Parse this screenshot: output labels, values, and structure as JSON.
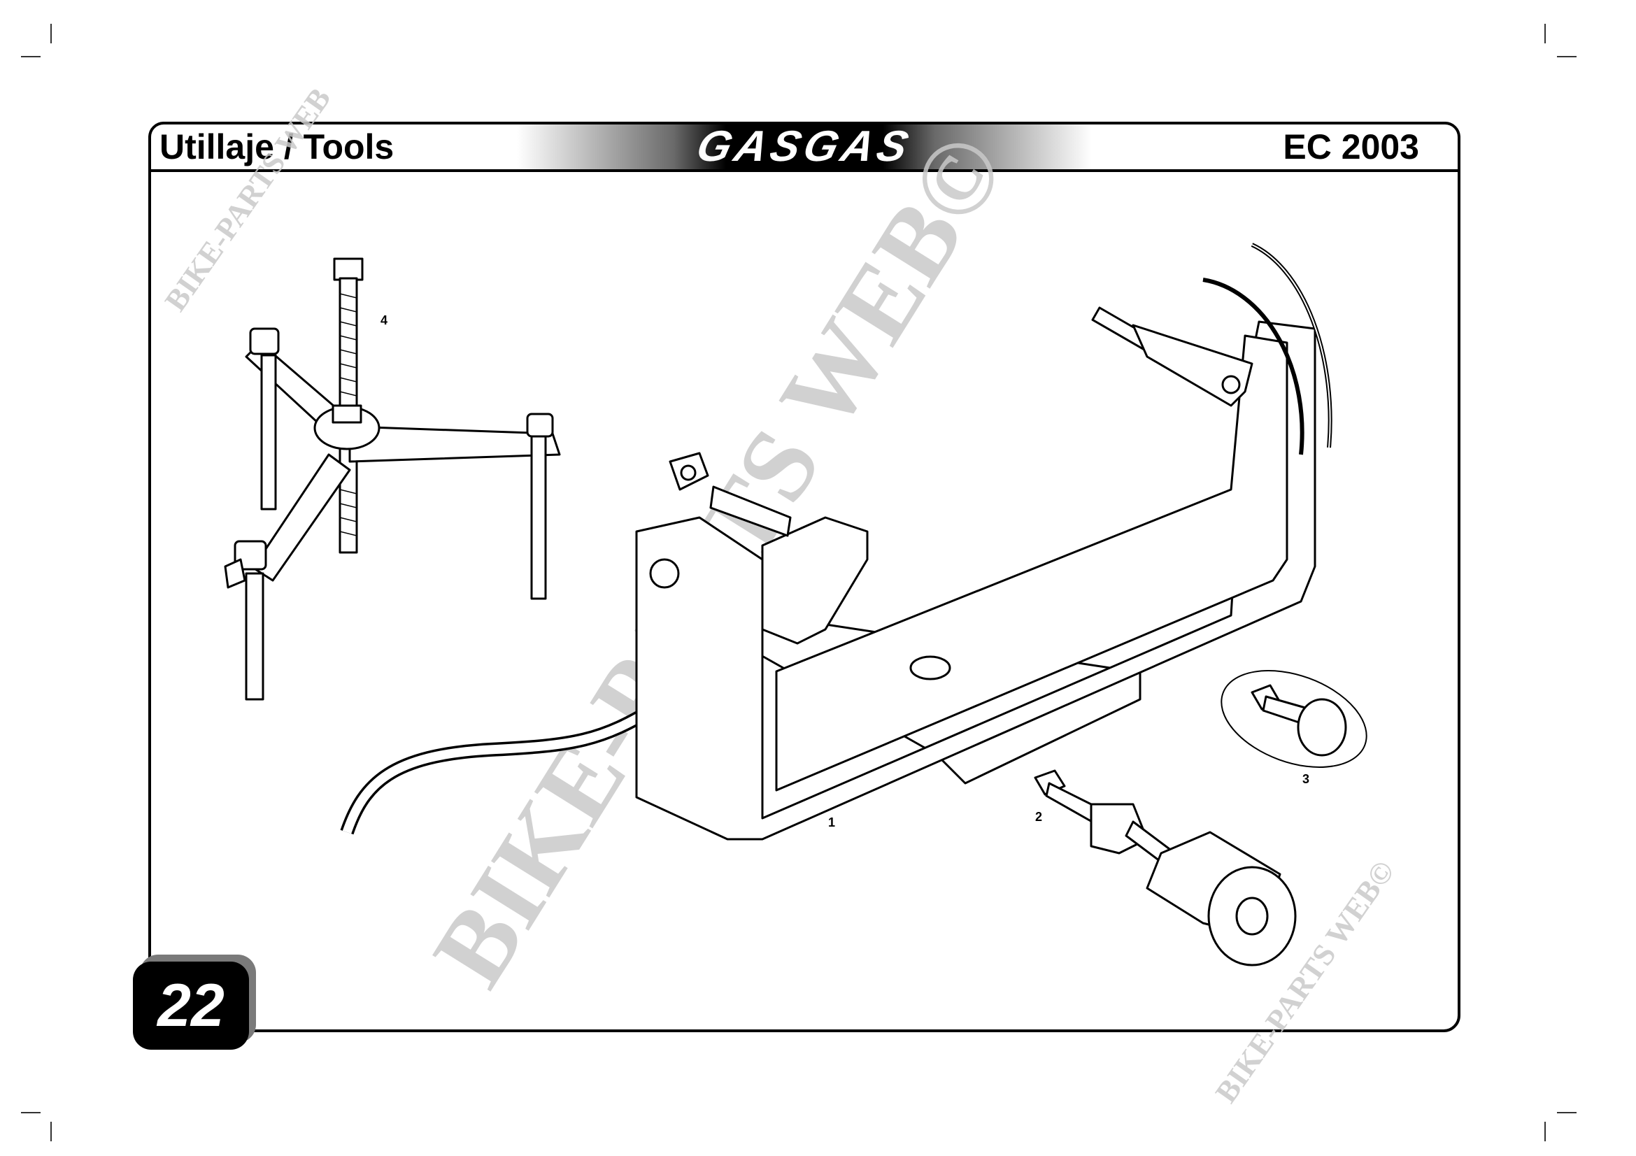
{
  "header": {
    "title": "Utillaje / Tools",
    "brand": "GASGAS",
    "model": "EC 2003"
  },
  "page_number": "22",
  "callouts": [
    "1",
    "2",
    "3",
    "4"
  ],
  "watermarks": {
    "main": "BIKE-PARTS WEB©",
    "small_top_left": "BIKE-PARTS WEB",
    "small_bottom_right": "BIKE-PARTS WEB©"
  },
  "colors": {
    "ink": "#000000",
    "paper": "#ffffff",
    "watermark": "#c9c9c9",
    "tab_shadow": "#7a7a7a"
  }
}
